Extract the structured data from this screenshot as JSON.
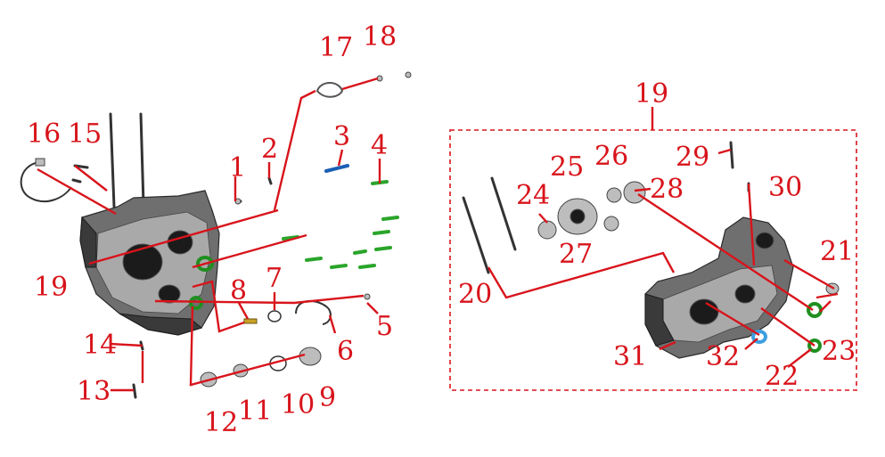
{
  "colors": {
    "callout": "#d8141b",
    "seal_green": "#1f8f1f",
    "seal_blue": "#3d9fe0"
  },
  "labels": {
    "l1": "1",
    "l2": "2",
    "l3": "3",
    "l4": "4",
    "l5": "5",
    "l6": "6",
    "l7": "7",
    "l8": "8",
    "l9": "9",
    "l10": "10",
    "l11": "11",
    "l12": "12",
    "l13": "13",
    "l14": "14",
    "l15": "15",
    "l16": "16",
    "l17": "17",
    "l18": "18",
    "l19a": "19",
    "l19b": "19",
    "l20": "20",
    "l21": "21",
    "l22": "22",
    "l23": "23",
    "l24": "24",
    "l25": "25",
    "l26": "26",
    "l27": "27",
    "l28": "28",
    "l29": "29",
    "l30": "30",
    "l31": "31",
    "l32": "32"
  }
}
